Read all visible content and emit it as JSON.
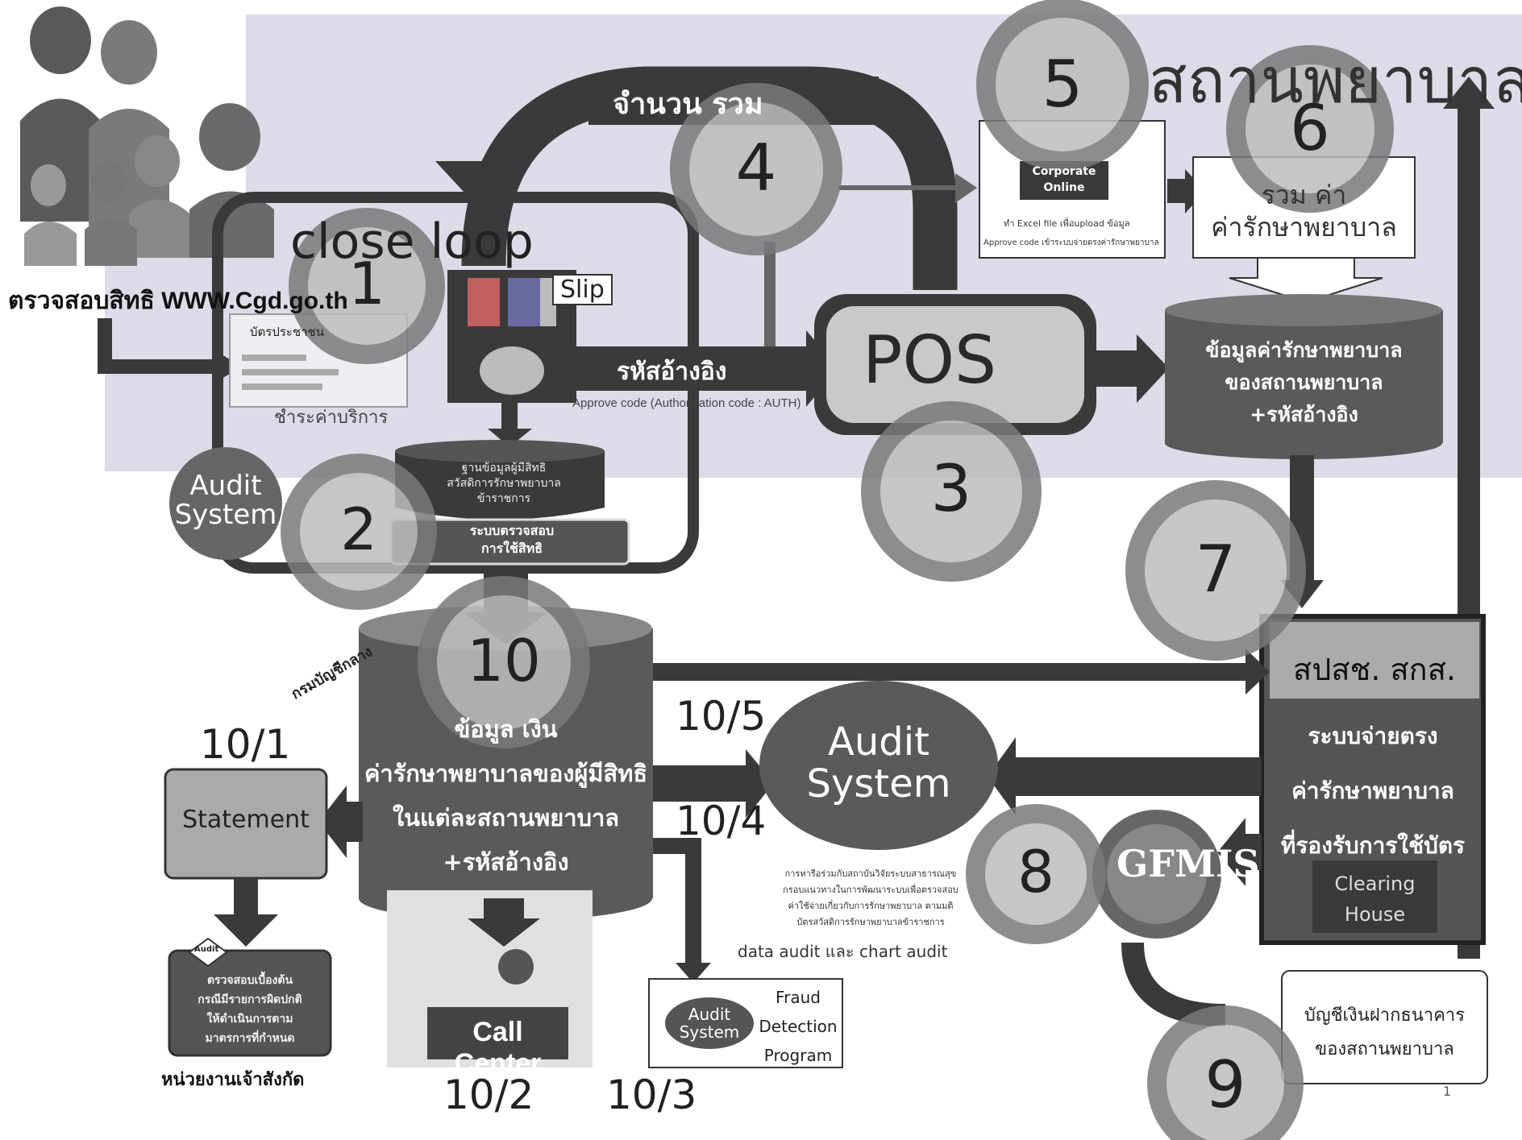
{
  "title_hospital": "สถานพยาบาล",
  "top_banner": "จำนวน รวม",
  "closed_loop": "close loop",
  "slip": "Slip",
  "check_rights": "ตรวจสอบสิทธิ WWW.Cgd.go.th",
  "id_card": "บัตรประชาชน",
  "pay_service": "ชำระค่าบริการ",
  "ref_code": "รหัสอ้างอิง",
  "approve_code": "Approve code (Authorization code : AUTH)",
  "db_rights_lines": [
    "ฐานข้อมูลผู้มีสิทธิ",
    "สวัสดิการรักษาพยาบาล",
    "ข้าราชการ"
  ],
  "rights_check_lines": [
    "ระบบตรวจสอบ",
    "การใช้สิทธิ"
  ],
  "audit_system_1": "Audit System",
  "pos": "POS",
  "corporate_lines": [
    "Corporate",
    "Online"
  ],
  "excel_upload": "ทำ Excel file เพื่อupload ข้อมูล",
  "approve_send": "Approve code เข้าระบบจ่ายตรงค่ารักษาพยาบาล",
  "box6_lines": [
    "รวม ค่า",
    "ค่ารักษาพยาบาล"
  ],
  "hospital_data_lines": [
    "ข้อมูลค่ารักษาพยาบาล",
    "ของสถานพยาบาล",
    "+รหัสอ้างอิง"
  ],
  "direct_pay_header": "สปสช. สกส.",
  "direct_pay_lines": [
    "ระบบจ่ายตรง",
    "ค่ารักษาพยาบาล",
    "ที่รองรับการใช้บัตร"
  ],
  "clearing_lines": [
    "Clearing",
    "House"
  ],
  "gfmis": "GFMIS",
  "bank_lines": [
    "บัญชีเงินฝากธนาคาร",
    "ของสถานพยาบาล"
  ],
  "central_db_lines": [
    "ข้อมูล เงิน",
    "ค่ารักษาพยาบาลของผู้มีสิทธิ",
    "ในแต่ละสถานพยาบาล",
    "+รหัสอ้างอิง"
  ],
  "audit_system_2": "Audit System",
  "audit_note_lines": [
    "การหารือร่วมกับสถาบันวิจัยระบบสาธารณสุข",
    "กรอบแนวทางในการพัฒนาระบบเพื่อตรวจสอบ",
    "ค่าใช้จ่ายเกี่ยวกับการรักษาพยาบาล ตามมติ",
    "บัตรสวัสดิการรักษาพยาบาลข้าราชการ"
  ],
  "data_audit": "data audit และ chart audit",
  "statement": "Statement",
  "audit_tag": "Audit",
  "audit_box_lines": [
    "ตรวจสอบเบื้องต้น",
    "กรณีมีรายการผิดปกติ",
    "ให้ดำเนินการตาม",
    "มาตรการที่กำหนด"
  ],
  "agency": "หน่วยงานเจ้าสังกัด",
  "call_center": "Call Center",
  "fraud_audit": "Audit System",
  "fraud_lines": [
    "Fraud",
    "Detection",
    "Program"
  ],
  "cgd_seal": "กรมบัญชีกลาง",
  "steps": [
    "1",
    "2",
    "3",
    "4",
    "5",
    "6",
    "7",
    "8",
    "9",
    "10"
  ],
  "sub_labels": {
    "s101": "10/1",
    "s102": "10/2",
    "s103": "10/3",
    "s104": "10/4",
    "s105": "10/5"
  },
  "page_number": "1",
  "colors": {
    "band": "#d9d9e6",
    "dark": "#3a3a3a",
    "darker": "#222222",
    "mid": "#8c8c8c",
    "circle_ring": "#7b7b7b",
    "circle_fill": "#b7b7b7",
    "box_gray": "#9e9e9e",
    "white": "#ffffff"
  }
}
